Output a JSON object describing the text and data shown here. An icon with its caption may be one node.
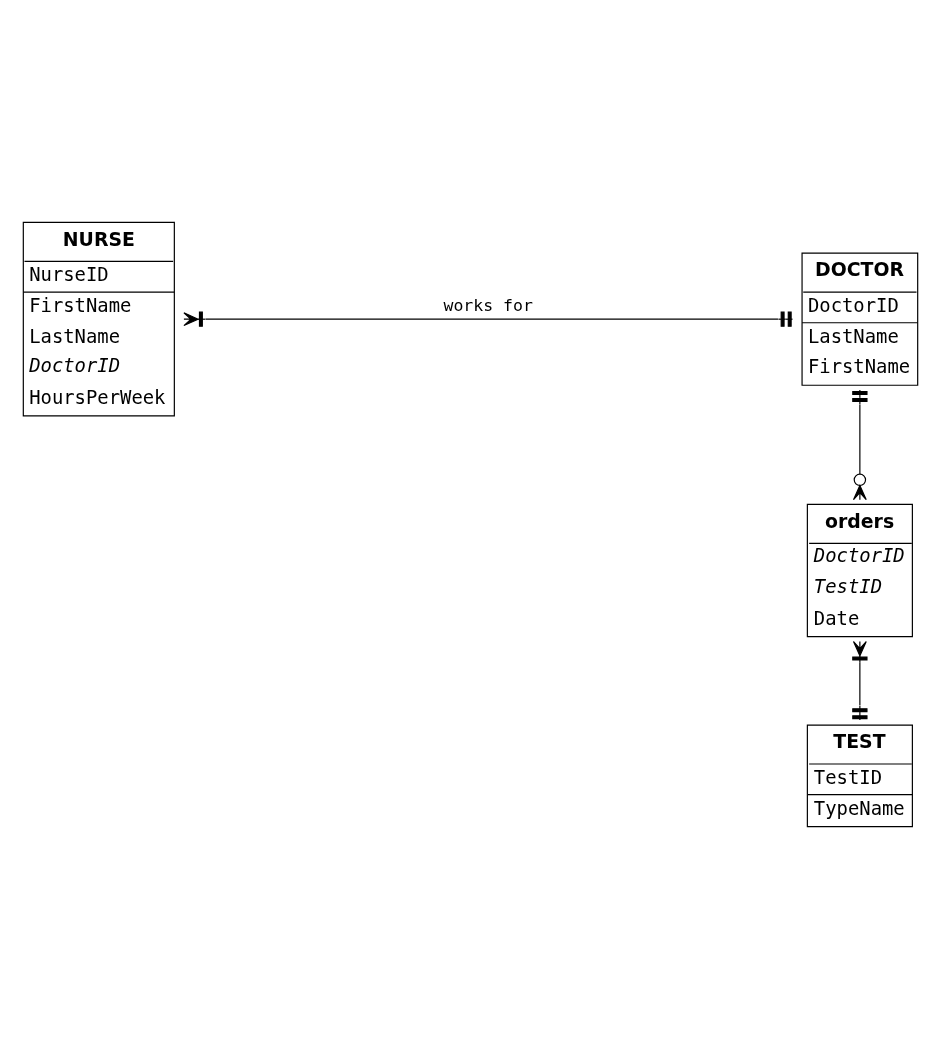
{
  "diagram": {
    "nodes": [
      {
        "text": [
          "NURSE",
          "NurseID",
          "FirstName",
          "LastName",
          "DoctorID",
          "HoursPerWeek"
        ]
      },
      {
        "text": [
          "DOCTOR",
          "DoctorID",
          "LastName",
          "FirstName"
        ]
      },
      {
        "text": [
          "orders",
          "DoctorID",
          "TestID",
          "Date"
        ]
      },
      {
        "text": [
          "TEST",
          "TestID",
          "TypeName"
        ]
      }
    ],
    "edges": [
      {
        "from": 0,
        "to": 1,
        "arrow": "other",
        "label": "works for"
      },
      {
        "from": 1,
        "to": 2,
        "arrow": "other"
      },
      {
        "from": 2,
        "to": 3,
        "arrow": "other"
      }
    ]
  }
}
